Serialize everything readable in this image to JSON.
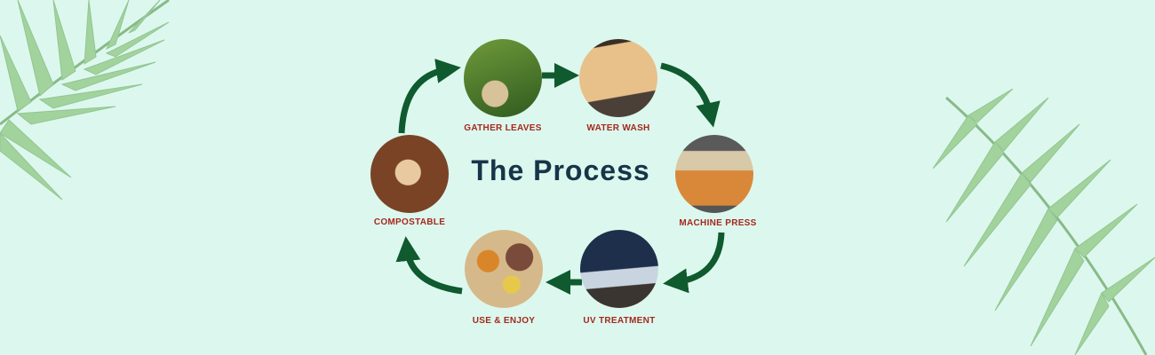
{
  "title": "The Process",
  "steps": [
    {
      "label": "GATHER LEAVES",
      "icon": "leaves-photo"
    },
    {
      "label": "WATER WASH",
      "icon": "washing-photo"
    },
    {
      "label": "MACHINE PRESS",
      "icon": "press-photo"
    },
    {
      "label": "UV TREATMENT",
      "icon": "uv-photo"
    },
    {
      "label": "USE & ENJOY",
      "icon": "food-plate-photo"
    },
    {
      "label": "COMPOSTABLE",
      "icon": "compost-photo"
    }
  ],
  "colors": {
    "background": "#dcf8ee",
    "arrow": "#0f5a2e",
    "label": "#a5281e",
    "title": "#173548"
  }
}
